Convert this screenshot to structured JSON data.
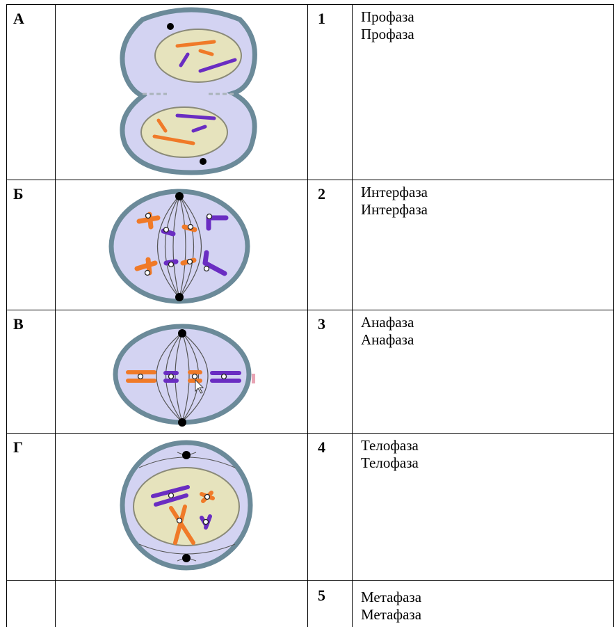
{
  "rows": [
    {
      "letter": "А",
      "number": "1",
      "phase": "Профаза",
      "phase_repeat": "Профаза",
      "image": "telophase-cell-diagram"
    },
    {
      "letter": "Б",
      "number": "2",
      "phase": "Интерфаза",
      "phase_repeat": "Интерфаза",
      "image": "anaphase-cell-diagram"
    },
    {
      "letter": "В",
      "number": "3",
      "phase": "Анафаза",
      "phase_repeat": "Анафаза",
      "image": "metaphase-cell-diagram"
    },
    {
      "letter": "Г",
      "number": "4",
      "phase": "Телофаза",
      "phase_repeat": "Телофаза",
      "image": "prophase-cell-diagram"
    },
    {
      "letter": "",
      "number": "5",
      "phase": "Метафаза",
      "phase_repeat": "Метафаза",
      "image": ""
    }
  ],
  "colors": {
    "cell_fill": "#d3d3f2",
    "cell_border": "#6b8a99",
    "nucleus_fill": "#e6e3bd",
    "nucleus_border": "#8a8a78",
    "chromosome_orange": "#f07a28",
    "chromosome_purple": "#6a2dc2",
    "centriole": "#000000"
  }
}
